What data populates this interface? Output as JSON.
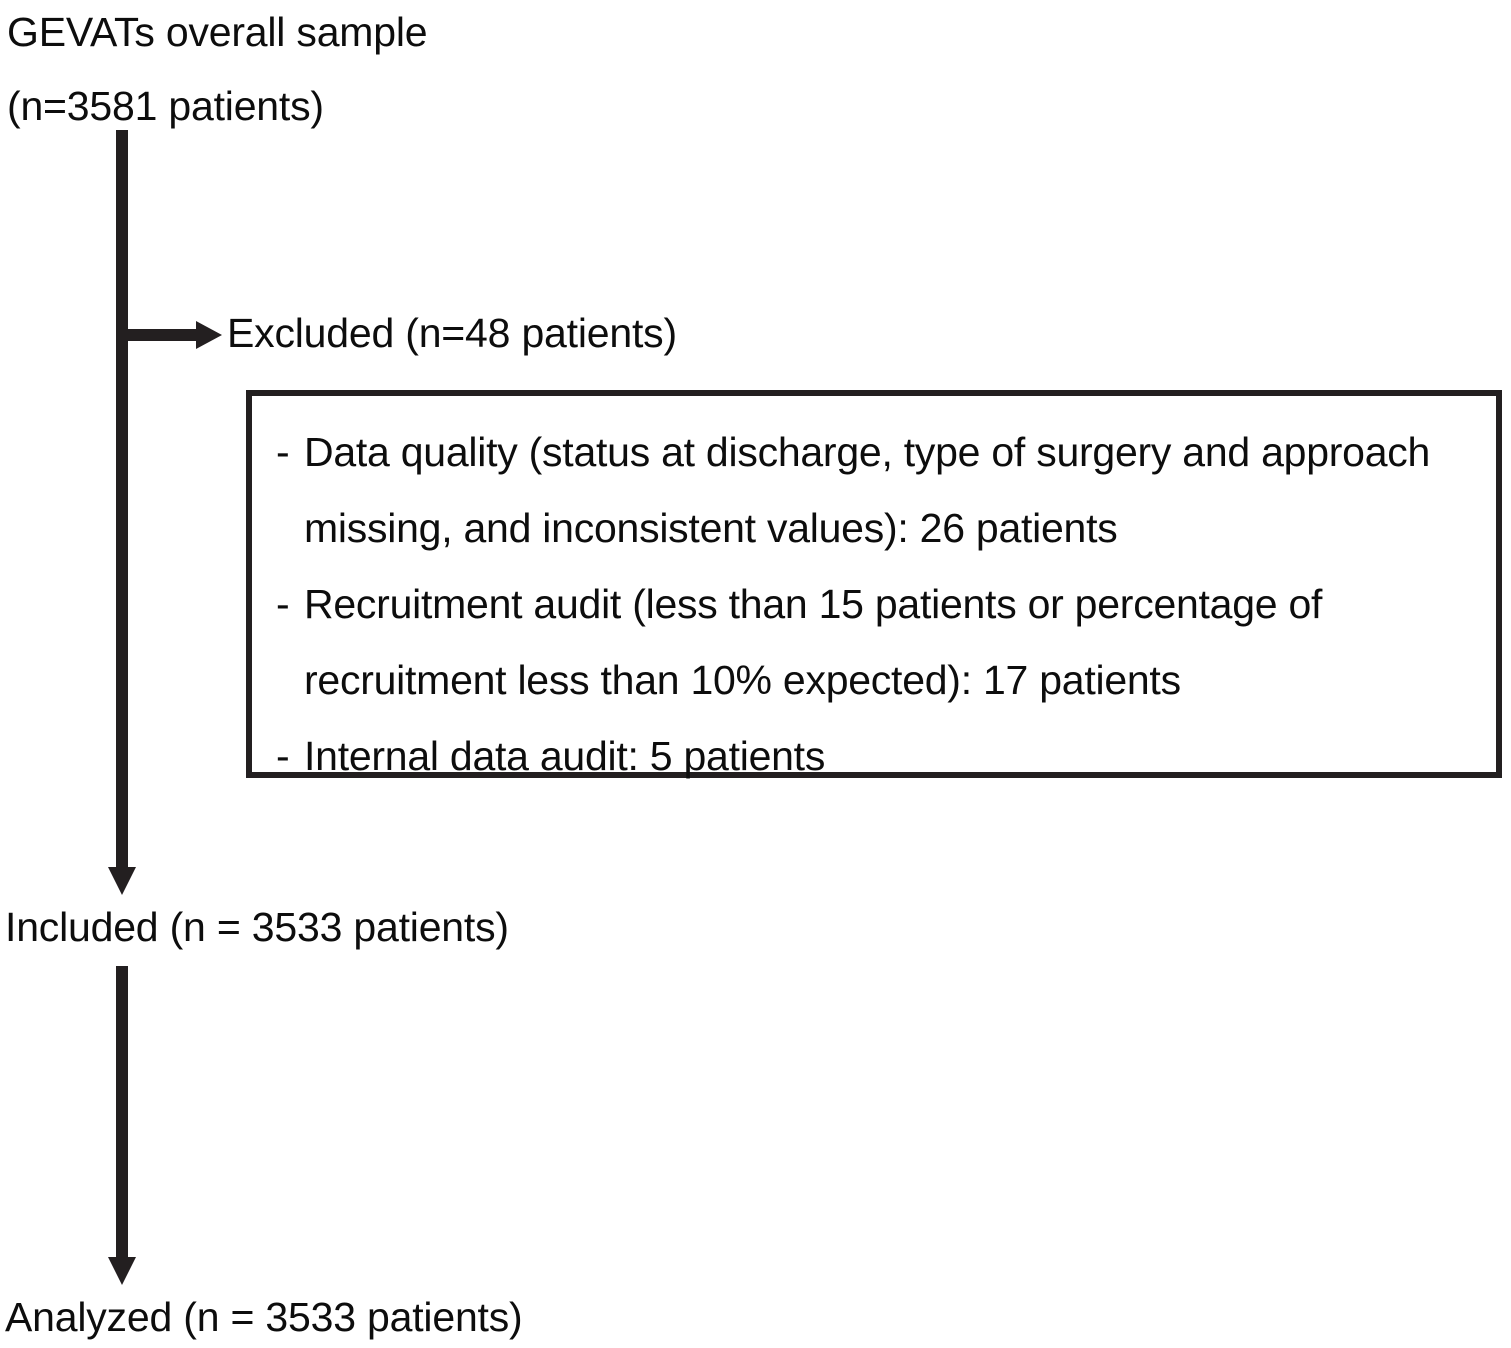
{
  "flowchart": {
    "source_node": {
      "line1": "GEVATs overall sample",
      "line2": "(n=3581 patients)"
    },
    "excluded_node": {
      "label": "Excluded (n=48 patients)"
    },
    "exclusion_reasons": {
      "bullet_marker": "-",
      "items": [
        "Data quality (status at discharge, type of surgery and approach missing, and inconsistent values): 26 patients",
        "Recruitment audit (less than 15 patients or percentage of recruitment less than 10% expected): 17 patients",
        "Internal data audit: 5 patients"
      ]
    },
    "included_node": {
      "label": "Included (n = 3533 patients)"
    },
    "analyzed_node": {
      "label": "Analyzed (n = 3533 patients)"
    },
    "colors": {
      "stroke": "#231f20",
      "text": "#0d0d0d",
      "background": "#ffffff"
    }
  }
}
